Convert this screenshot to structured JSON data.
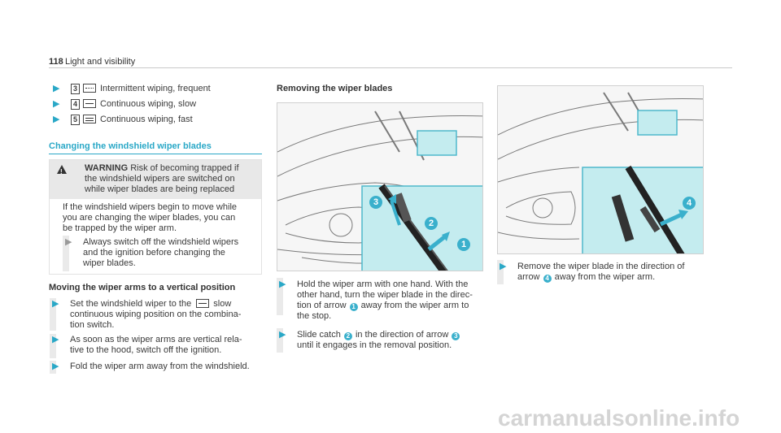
{
  "header": {
    "page_number": "118",
    "section_title": "Light and visibility"
  },
  "wiper_steps": [
    {
      "position": "3",
      "label": "Intermittent wiping, frequent"
    },
    {
      "position": "4",
      "label": "Continuous wiping, slow"
    },
    {
      "position": "5",
      "label": "Continuous wiping, fast"
    }
  ],
  "changing": {
    "heading": "Changing the windshield wiper blades"
  },
  "warning": {
    "title": "WARNING",
    "lead": "Risk of becoming trapped if",
    "body": "the windshield wipers are switched on\nwhile wiper blades are being replaced",
    "paragraph": "If the windshield wipers begin to move while\nyou are changing the wiper blades, you can\nbe trapped by the wiper arm.",
    "step": "Always switch off the windshield wipers\nand the ignition before changing the\nwiper blades."
  },
  "moving": {
    "heading": "Moving the wiper arms to a vertical position",
    "steps": [
      {
        "pre": "Set the windshield wiper to the",
        "post": "slow",
        "rest": "continuous wiping position on the combina-\ntion switch."
      },
      {
        "text": "As soon as the wiper arms are vertical rela-\ntive to the hood, switch off the ignition."
      },
      {
        "text": "Fold the wiper arm away from the windshield."
      }
    ]
  },
  "removing": {
    "heading": "Removing the wiper blades",
    "step1_a": "Hold the wiper arm with one hand. With the\nother hand, turn the wiper blade in the direc-\ntion of arrow",
    "step1_n": "1",
    "step1_b": "away from the wiper arm to\nthe stop.",
    "step2_a": "Slide catch",
    "step2_n": "2",
    "step2_b": "in the direction of arrow",
    "step2_n2": "3",
    "step2_c": "until it engages in the removal position.",
    "step3_a": "Remove the wiper blade in the direction of\narrow",
    "step3_n": "4",
    "step3_b": "away from the wiper arm."
  },
  "figure_callouts": {
    "left": [
      "3",
      "2",
      "1"
    ],
    "right": [
      "4"
    ]
  },
  "watermark": "carmanualsonline.info",
  "colors": {
    "accent": "#2aa8c7",
    "figure_inset": "#c4ecef"
  }
}
